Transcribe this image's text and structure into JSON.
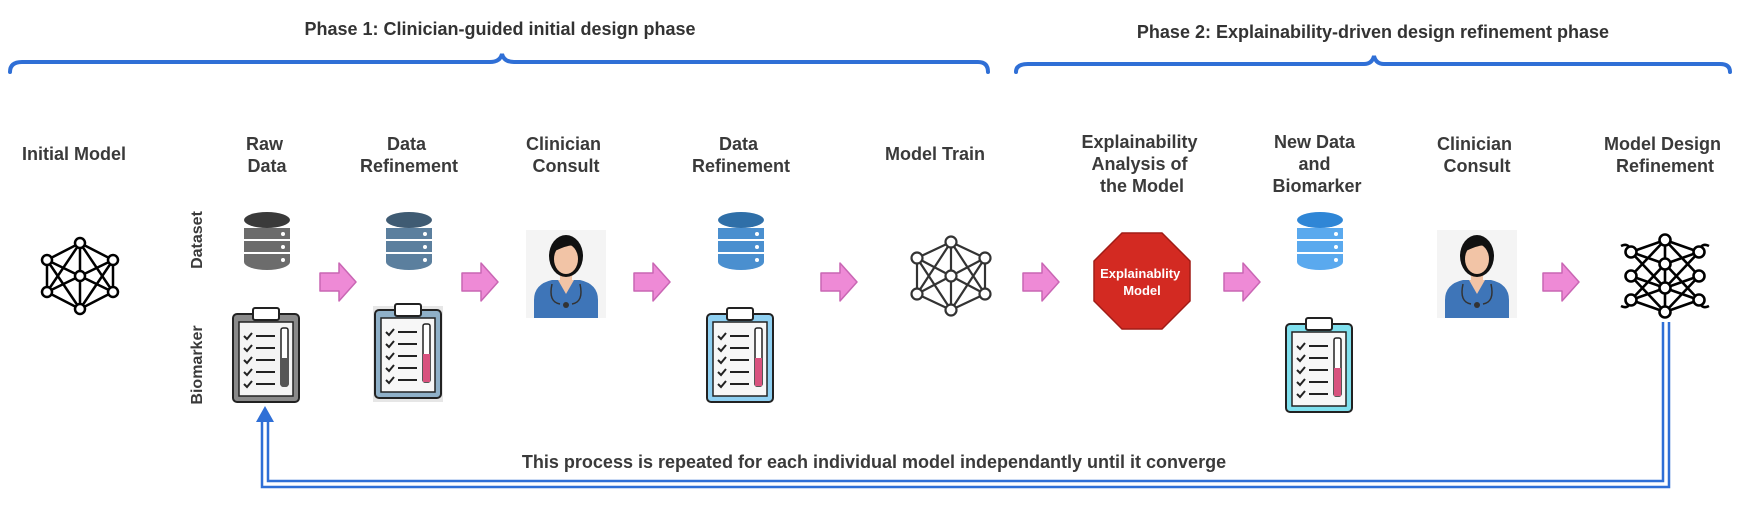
{
  "phases": {
    "phase1": "Phase 1: Clinician-guided initial design phase",
    "phase2": "Phase 2: Explainability-driven design refinement phase"
  },
  "rows": {
    "dataset": "Dataset",
    "biomarker": "Biomarker"
  },
  "steps": {
    "initial_model": [
      "Initial Model"
    ],
    "raw_data": [
      "Raw",
      "Data"
    ],
    "data_refinement_1": [
      "Data",
      "Refinement"
    ],
    "clinician_consult_1": [
      "Clinician",
      "Consult"
    ],
    "data_refinement_2": [
      "Data",
      "Refinement"
    ],
    "model_train": [
      "Model Train"
    ],
    "explainability_analysis": [
      "Explainability",
      "Analysis of",
      "the Model"
    ],
    "new_data_biomarker": [
      "New Data",
      "and",
      "Biomarker"
    ],
    "clinician_consult_2": [
      "Clinician",
      "Consult"
    ],
    "model_design_refinement": [
      "Model Design",
      "Refinement"
    ]
  },
  "xai_box": [
    "Explainablity",
    "Model"
  ],
  "loop_note": "This process is repeated for each individual model independantly until it converge",
  "colors": {
    "brace": "#2f6fd6",
    "arrow_fill": "#ee8ad6",
    "arrow_stroke": "#c966b4",
    "xai_red": "#d32a22",
    "db_dark": "#555555",
    "db_slate": "#5b7f9e",
    "db_blue": "#4a8fcf",
    "db_light_blue": "#4aa3ee"
  },
  "icons": [
    "neural-network-icon",
    "database-icon",
    "clipboard-checklist-icon",
    "doctor-icon",
    "arrow-right-icon",
    "stop-octagon-icon"
  ]
}
